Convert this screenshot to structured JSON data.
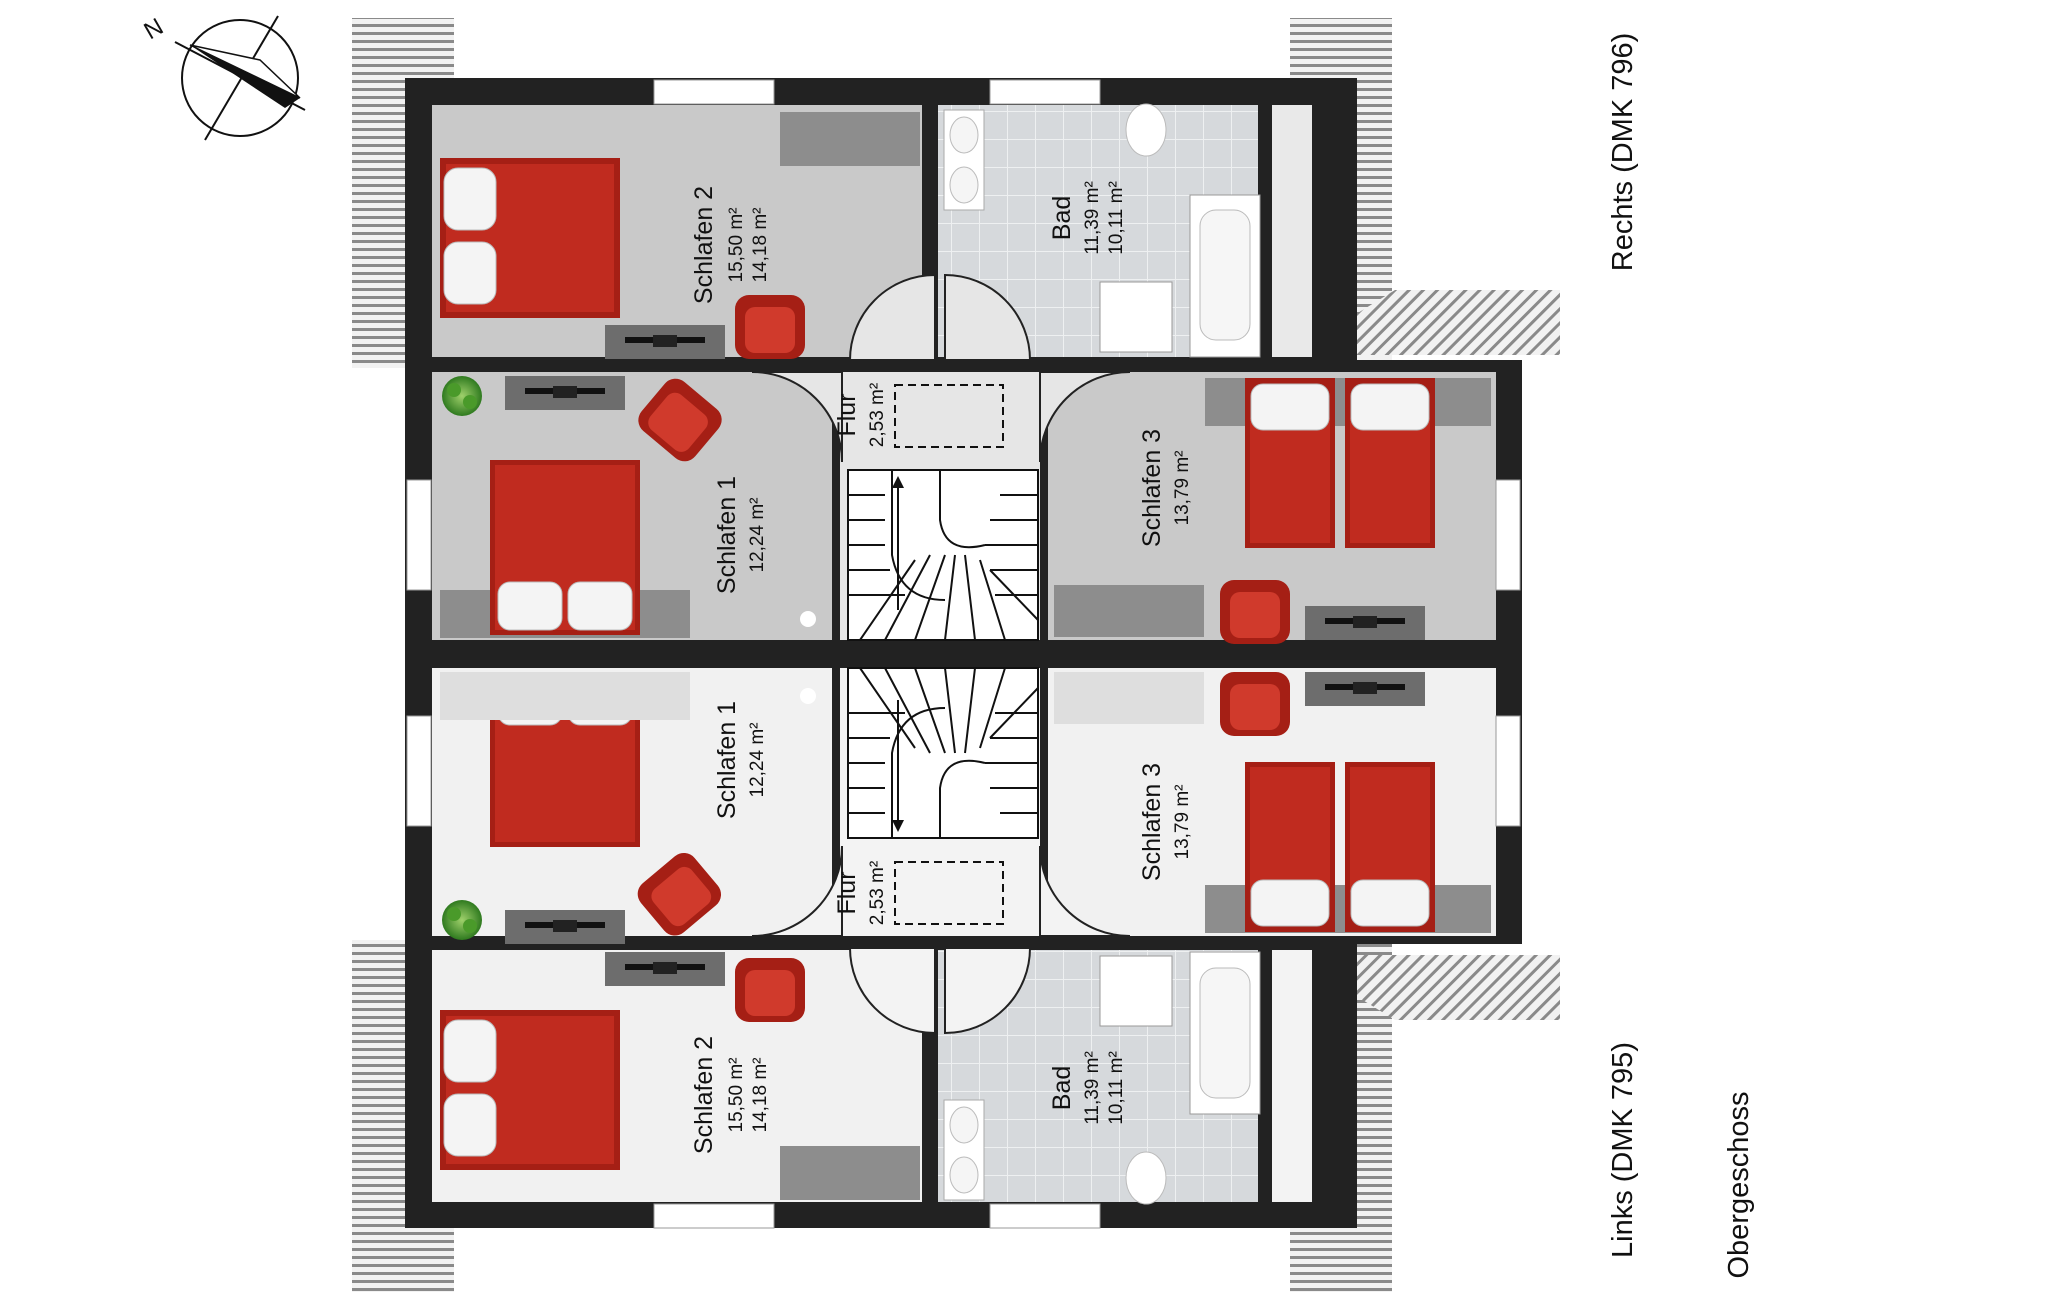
{
  "north": {
    "label": "N"
  },
  "labels": {
    "rechts": "Rechts (DMK 796)",
    "links": "Links (DMK 795)",
    "floor": "Obergeschoss"
  },
  "rooms": {
    "top_schlafen2": {
      "name": "Schlafen 2",
      "area1": "15,50 m²",
      "area2": "14,18 m²"
    },
    "top_bad": {
      "name": "Bad",
      "area1": "11,39 m²",
      "area2": "10,11 m²"
    },
    "top_flur": {
      "name": "Flur",
      "area1": "2,53 m²"
    },
    "top_schlafen1": {
      "name": "Schlafen 1",
      "area1": "12,24 m²"
    },
    "top_schlafen3": {
      "name": "Schlafen 3",
      "area1": "13,79 m²"
    },
    "bot_schlafen1": {
      "name": "Schlafen 1",
      "area1": "12,24 m²"
    },
    "bot_schlafen3": {
      "name": "Schlafen 3",
      "area1": "13,79 m²"
    },
    "bot_flur": {
      "name": "Flur",
      "area1": "2,53 m²"
    },
    "bot_schlafen2": {
      "name": "Schlafen 2",
      "area1": "15,50 m²",
      "area2": "14,18 m²"
    },
    "bot_bad": {
      "name": "Bad",
      "area1": "11,39 m²",
      "area2": "10,11 m²"
    }
  },
  "colors": {
    "wall": "#222222",
    "floor_top": "#c9c9c9",
    "floor_bottom": "#f1f1f1",
    "bath_tile": "#cfd3d6",
    "furniture_red": "#b02a1e",
    "roof_tile": "#9a9a9a"
  }
}
